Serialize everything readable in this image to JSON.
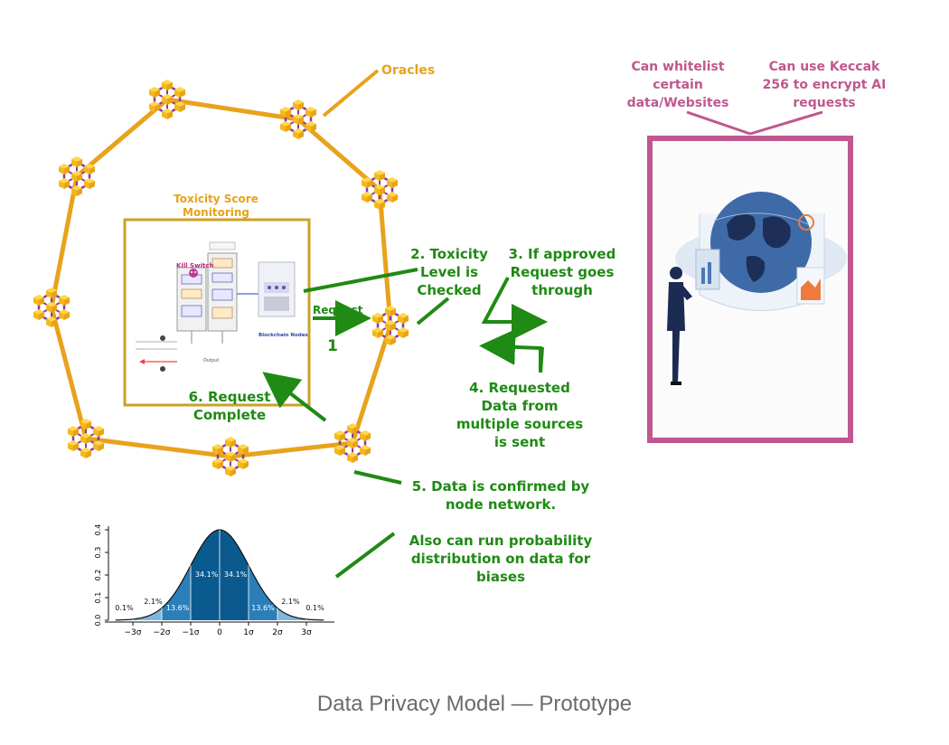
{
  "labels": {
    "oracles": "Oracles",
    "toxicity_title_1": "Toxicity Score",
    "toxicity_title_2": "Monitoring",
    "kill_switch": "Kill Switch",
    "blockchain_nodes": "Blockchain Nodes",
    "request": "Request",
    "step1": "1",
    "step2_l1": "2. Toxicity",
    "step2_l2": "Level is",
    "step2_l3": "Checked",
    "step3_l1": "3. If approved",
    "step3_l2": "Request goes",
    "step3_l3": "through",
    "step4_l1": "4. Requested",
    "step4_l2": "Data from",
    "step4_l3": "multiple sources",
    "step4_l4": "is sent",
    "step5_l1": "5. Data is confirmed by",
    "step5_l2": "node network.",
    "step6_l1": "6. Request",
    "step6_l2": "Complete",
    "prob_l1": "Also can run probability",
    "prob_l2": "distribution on data for",
    "prob_l3": "biases",
    "whitelist_l1": "Can whitelist",
    "whitelist_l2": "certain",
    "whitelist_l3": "data/Websites",
    "keccak_l1": "Can use Keccak",
    "keccak_l2": "256 to encrypt AI",
    "keccak_l3": "requests"
  },
  "bell_curve": {
    "y_ticks": [
      "0.0",
      "0.1",
      "0.2",
      "0.3",
      "0.4"
    ],
    "x_ticks": [
      "−3σ",
      "−2σ",
      "−1σ",
      "0",
      "1σ",
      "2σ",
      "3σ"
    ],
    "band_labels": [
      "0.1%",
      "2.1%",
      "13.6%",
      "34.1%",
      "34.1%",
      "13.6%",
      "2.1%",
      "0.1%"
    ]
  },
  "colors": {
    "ring": "#e8a21c",
    "cube_top": "#ffd74a",
    "cube_side": "#f5b81b",
    "cube_link": "#8b3aa6",
    "arrow_green": "#1f8a14",
    "frame_gold": "#c9a227",
    "frame_pink": "#c0578f",
    "curve_dark": "#0b5a8f",
    "curve_mid": "#2b7fb8",
    "curve_light": "#7fb6dc"
  },
  "caption": "Data Privacy Model — Prototype"
}
